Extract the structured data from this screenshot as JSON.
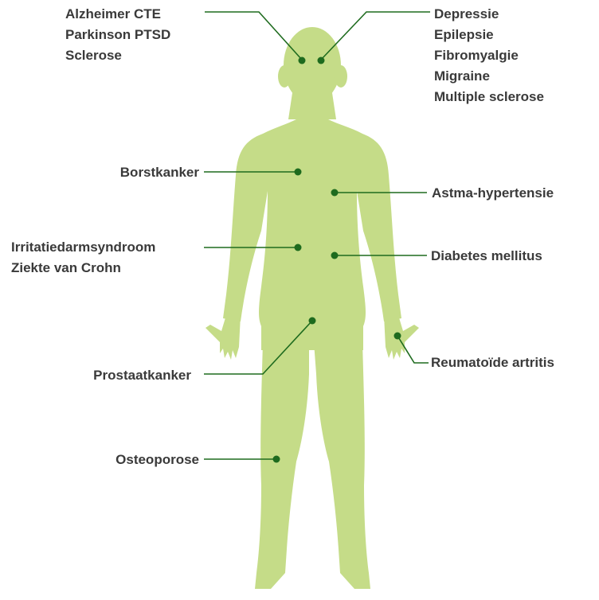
{
  "colors": {
    "body": "#c5dc88",
    "leader_line": "#1e6b1e",
    "dot": "#1e6b1e",
    "text": "#3a3a3a"
  },
  "labels": {
    "head_left": [
      "Alzheimer CTE",
      "Parkinson PTSD",
      "Sclerose"
    ],
    "head_right": [
      "Depressie",
      "Epilepsie",
      "Fibromyalgie",
      "Migraine",
      "Multiple sclerose"
    ],
    "breast": "Borstkanker",
    "chest": "Astma-hypertensie",
    "intestine": [
      "Irritatiedarmsyndroom",
      "Ziekte van Crohn"
    ],
    "abdomen": "Diabetes mellitus",
    "hand": "Reumatoïde artritis",
    "prostate": "Prostaatkanker",
    "knee": "Osteoporose"
  }
}
